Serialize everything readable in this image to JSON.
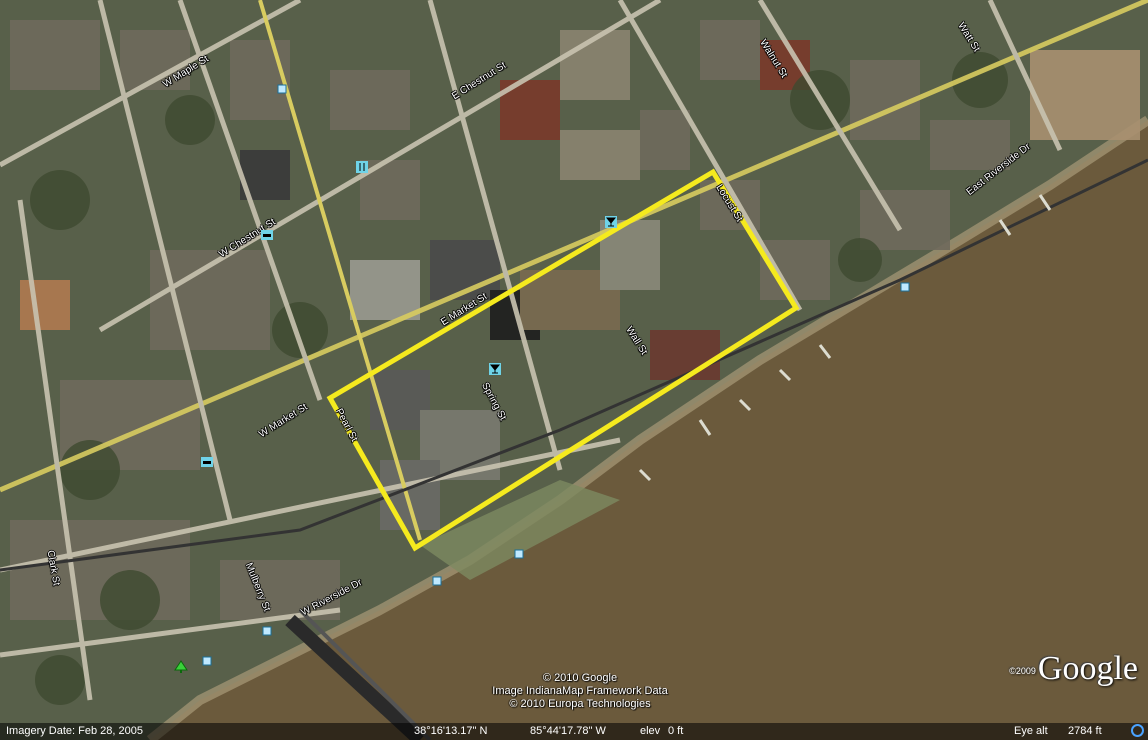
{
  "map": {
    "streets": {
      "w_maple": "W Maple St",
      "e_chestnut": "E Chestnut St",
      "walnut": "Walnut St",
      "watt": "Watt St",
      "w_chestnut": "W Chestnut St",
      "locust": "Locust St",
      "east_riverside": "East Riverside Dr",
      "e_market": "E Market St",
      "wall": "Wall St",
      "spring": "Spring St",
      "w_market": "W Market St",
      "pearl": "Pearl St",
      "clark": "Clark St",
      "mulberry": "Mulberry St",
      "w_riverside": "W Riverside Dr"
    },
    "highlight_color": "#f5ea1e",
    "river_color": "#6b5a3c",
    "poi_icons": [
      "info-icon",
      "restaurant-icon",
      "bar-icon",
      "lodging-icon",
      "park-icon"
    ]
  },
  "credits": {
    "line1": "© 2010 Google",
    "line2": "Image IndianaMap Framework Data",
    "line3": "© 2010 Europa Technologies"
  },
  "logo": {
    "year": "©2009",
    "text": "Google"
  },
  "statusbar": {
    "imagery_date": "Imagery Date: Feb 28, 2005",
    "lat": "38°16'13.17\" N",
    "lon": "85°44'17.78\" W",
    "elev_label": "elev",
    "elev_value": "0 ft",
    "eye_alt_label": "Eye alt",
    "eye_alt_value": "2784 ft"
  }
}
